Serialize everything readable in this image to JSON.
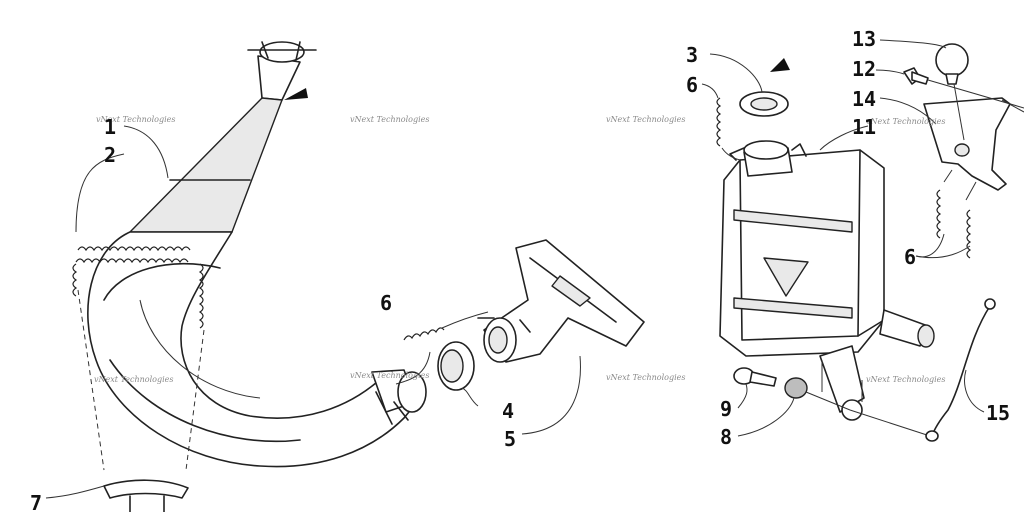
{
  "watermark": "vNext Technologies",
  "callouts": {
    "c1": "1",
    "c2": "2",
    "c3": "3",
    "c4": "4",
    "c5": "5",
    "c6a": "6",
    "c6b": "6",
    "c6c": "6",
    "c7": "7",
    "c8": "8",
    "c9": "9",
    "c11": "11",
    "c12": "12",
    "c13": "13",
    "c14": "14",
    "c15": "15"
  },
  "colors": {
    "line": "#222222",
    "fill": "#ffffff",
    "shade": "#e9e9e9",
    "watermark": "#8a8a8a"
  }
}
